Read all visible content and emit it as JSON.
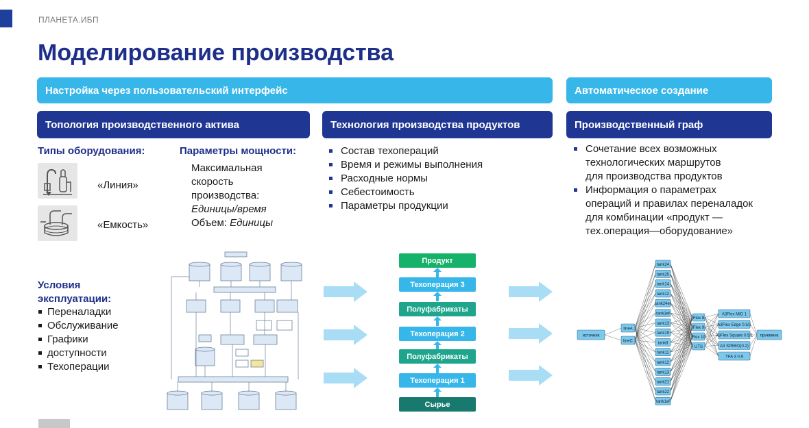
{
  "brand": "ПЛАНЕТА.ИБП",
  "title": "Моделирование производства",
  "bars": {
    "ui_setup": "Настройка через пользовательский интерфейс",
    "auto_create": "Автоматическое создание",
    "topology": "Топология производственного актива",
    "technology": "Технология производства продуктов",
    "graph": "Производственный граф"
  },
  "equipment": {
    "heading": "Типы оборудования:",
    "line_label": "«Линия»",
    "tank_label": "«Емкость»",
    "line_icon": "line-equipment-icon",
    "tank_icon": "tank-equipment-icon"
  },
  "capacity": {
    "heading": "Параметры мощности:",
    "line1": "Максимальная",
    "line2": "скорость",
    "line3": "производства:",
    "line4": "Единицы/время",
    "volume_prefix": "Объем: ",
    "volume_unit": "Единицы"
  },
  "conditions": {
    "heading1": "Условия",
    "heading2": "эксплуатации:",
    "items": [
      "Переналадки",
      "Обслуживание",
      "Графики",
      "доступности",
      "Техоперации"
    ]
  },
  "technology_items": [
    "Состав техопераций",
    "Время и режимы выполнения",
    "Расходные нормы",
    "Себестоимость",
    "Параметры продукции"
  ],
  "graph_items": {
    "item1": [
      "Сочетание всех возможных",
      "технологических маршрутов",
      "для производства продуктов"
    ],
    "item2": [
      "Информация о параметрах",
      "операций и правилах переналадок",
      "для комбинации «продукт —",
      "тех.операция—оборудование»"
    ]
  },
  "flow": {
    "product": "Продукт",
    "op3": "Техоперация 3",
    "semi1": "Полуфабрикаты",
    "op2": "Техоперация 2",
    "semi2": "Полуфабрикаты",
    "op1": "Техоперация 1",
    "raw": "Сырье"
  },
  "colors": {
    "dark_blue": "#1f3692",
    "light_blue": "#37b6ea",
    "green_product": "#17b26a",
    "teal_semi": "#1fa58c",
    "teal_raw": "#187a6e",
    "arrow_blue": "#a8ddf5"
  },
  "graph_nodes": {
    "source": "источник",
    "sink": "приемник",
    "lines": [
      "lineA",
      "lineC"
    ],
    "tanks": [
      "tank24",
      "tank25",
      "tank14",
      "tank12",
      "tank24ef",
      "tank3ef",
      "tank13",
      "tank19",
      "tank8",
      "tank11",
      "tank12",
      "tank13",
      "tank21",
      "tank22",
      "tank1ef"
    ],
    "flex": [
      "Flex 8",
      "Flex 9",
      "Flex 10",
      "UTS"
    ],
    "products": [
      "A3Flex MID 1",
      "A3Flex Edge 0.5/1",
      "A3Flex Square 0.5/1",
      "A3 SPEED(0.2)",
      "TFA 3 0.9"
    ]
  }
}
